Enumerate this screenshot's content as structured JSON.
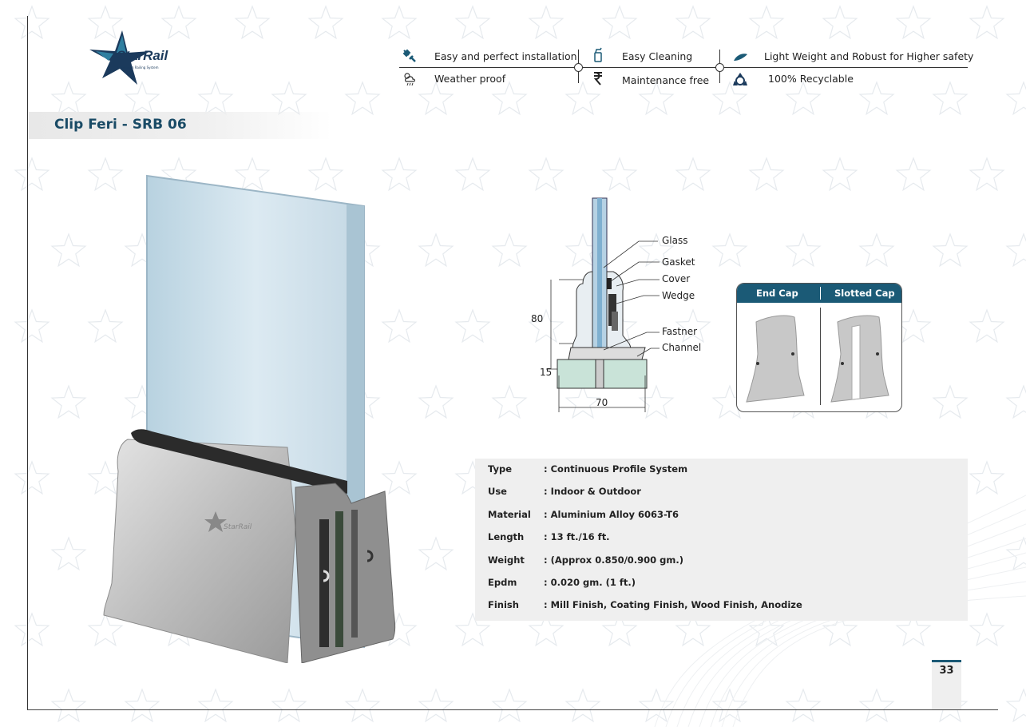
{
  "brand": {
    "name": "StarRail",
    "tagline": "Aluminium Railing System",
    "watermark": "StarRail",
    "color_primary": "#1b5a76",
    "color_navy": "#1b3a5c"
  },
  "page_title": "Clip Feri - SRB 06",
  "features": [
    {
      "label": "Easy and perfect installation",
      "icon": "tools-icon"
    },
    {
      "label": "Easy Cleaning",
      "icon": "spray-bottle-icon"
    },
    {
      "label": "Light Weight and Robust for Higher safety",
      "icon": "feather-icon"
    },
    {
      "label": "Weather proof",
      "icon": "weather-icon"
    },
    {
      "label": "Maintenance free",
      "icon": "rupee-icon"
    },
    {
      "label": "100% Recyclable",
      "icon": "recycle-icon"
    }
  ],
  "diagram": {
    "labels": [
      "Glass",
      "Gasket",
      "Cover",
      "Wedge",
      "Fastner",
      "Channel"
    ],
    "dim_height": "80",
    "dim_base": "15",
    "dim_width": "70"
  },
  "caps": {
    "end_cap": "End Cap",
    "slotted_cap": "Slotted Cap"
  },
  "specs": [
    {
      "key": "Type",
      "value": ": Continuous Profile System"
    },
    {
      "key": "Use",
      "value": ": Indoor & Outdoor"
    },
    {
      "key": "Material",
      "value": ": Aluminium Alloy 6063-T6"
    },
    {
      "key": "Length",
      "value": ": 13 ft./16 ft."
    },
    {
      "key": "Weight",
      "value": ": (Approx 0.850/0.900 gm.)"
    },
    {
      "key": "Epdm",
      "value": ": 0.020 gm. (1 ft.)"
    },
    {
      "key": "Finish",
      "value": ": Mill Finish, Coating Finish, Wood Finish, Anodize"
    }
  ],
  "page_number": "33"
}
